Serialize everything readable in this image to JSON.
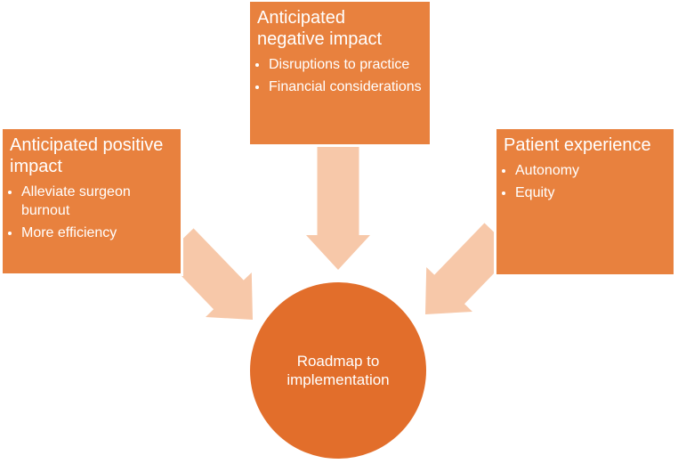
{
  "diagram": {
    "boxes": [
      {
        "title": "Anticipated positive\nimpact",
        "bullets": [
          "Alleviate surgeon\nburnout",
          "More efficiency"
        ]
      },
      {
        "title": "Anticipated\nnegative impact",
        "bullets": [
          "Disruptions to practice",
          "Financial considerations"
        ]
      },
      {
        "title": "Patient experience",
        "bullets": [
          "Autonomy",
          "Equity"
        ]
      }
    ],
    "center": {
      "label": "Roadmap to\nimplementation"
    },
    "colors": {
      "box": "#E8813E",
      "circle": "#E26E2B",
      "arrow": "#F7C8A9",
      "text": "#FFFFFF"
    }
  }
}
